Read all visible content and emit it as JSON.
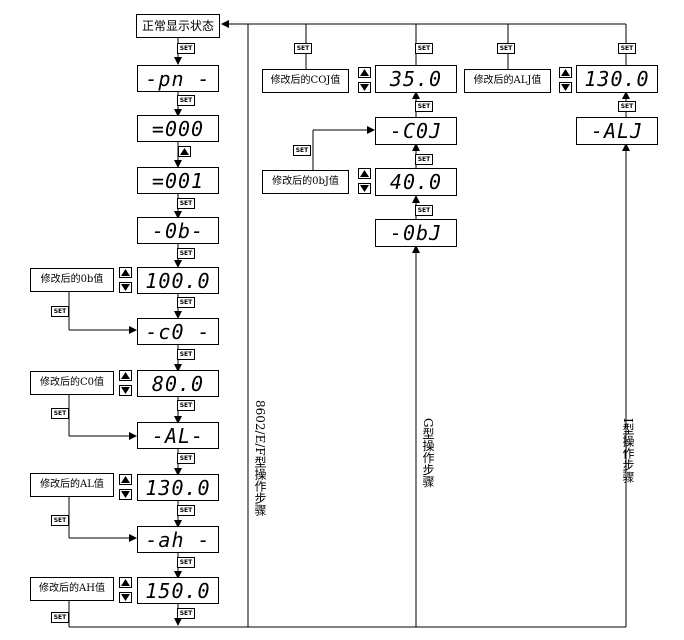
{
  "start": "正常显示状态",
  "set_key": "SET",
  "icons": {
    "up_key": "up-triangle-icon",
    "down_key": "down-triangle-icon"
  },
  "left": {
    "pn": "-pn -",
    "code1": "=000",
    "code2": "=001",
    "ob": "-0b-",
    "ob_value": "100.0",
    "ob_label": "修改后的0b值",
    "c0": "-c0 -",
    "c0_value": "80.0",
    "c0_label": "修改后的C0值",
    "al": "-AL-",
    "al_value": "130.0",
    "al_label": "修改后的AL值",
    "ah": "-ah -",
    "ah_value": "150.0",
    "ah_label": "修改后的AH值",
    "caption": "8602/E/F型操作步骤"
  },
  "g": {
    "obj": "-0bJ",
    "obj_value": "40.0",
    "obj_label": "修改后的0bJ值",
    "coj": "-C0J",
    "coj_value": "35.0",
    "coj_label": "修改后的COJ值",
    "caption": "G型操作步骤"
  },
  "i": {
    "alj": "-ALJ",
    "alj_value": "130.0",
    "alj_label": "修改后的ALJ值",
    "caption": "I型操作步骤"
  }
}
